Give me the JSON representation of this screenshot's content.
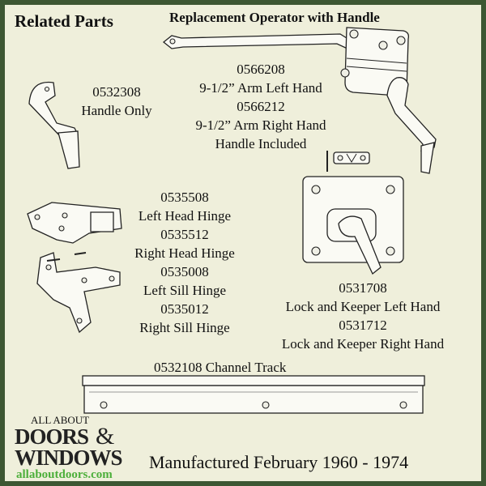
{
  "title": "Related Parts",
  "operator": {
    "heading": "Replacement Operator with Handle",
    "lines": [
      "0566208",
      "9-1/2” Arm Left Hand",
      "0566212",
      "9-1/2” Arm Right Hand",
      "Handle Included"
    ]
  },
  "handle": {
    "lines": [
      "0532308",
      "Handle Only"
    ]
  },
  "hinges": {
    "lines": [
      "0535508",
      "Left Head Hinge",
      "0535512",
      "Right Head Hinge",
      "0535008",
      "Left Sill Hinge",
      "0535012",
      "Right Sill Hinge"
    ]
  },
  "lock": {
    "lines": [
      "0531708",
      "Lock and Keeper Left Hand",
      "0531712",
      "Lock and Keeper Right Hand"
    ]
  },
  "track": {
    "label": "0532108 Channel Track"
  },
  "footer": {
    "manufactured": "Manufactured February 1960 - 1974"
  },
  "logo": {
    "line1": "ALL ABOUT",
    "line2": "DOORS",
    "amp": "&",
    "line3": "WINDOWS",
    "url": "allaboutdoors.com"
  },
  "colors": {
    "border": "#3d5733",
    "background": "#efefdb",
    "url_green": "#4caf3a"
  }
}
